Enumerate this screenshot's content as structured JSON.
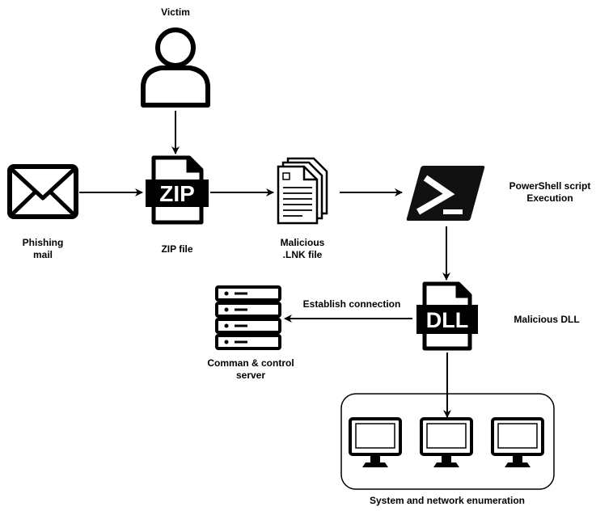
{
  "nodes": {
    "victim": {
      "label": "Victim"
    },
    "phishing_mail": {
      "label_line1": "Phishing",
      "label_line2": "mail"
    },
    "zip_file": {
      "label": "ZIP file",
      "icon_text": "ZIP"
    },
    "lnk_file": {
      "label_line1": "Malicious",
      "label_line2": ".LNK file"
    },
    "powershell": {
      "label_line1": "PowerShell script",
      "label_line2": "Execution"
    },
    "dll": {
      "label": "Malicious DLL",
      "icon_text": "DLL"
    },
    "c2_server": {
      "label_line1": "Comman & control",
      "label_line2": "server"
    },
    "enumeration": {
      "label": "System and network enumeration"
    }
  },
  "edges": {
    "dll_to_c2": {
      "label": "Establish connection"
    }
  }
}
